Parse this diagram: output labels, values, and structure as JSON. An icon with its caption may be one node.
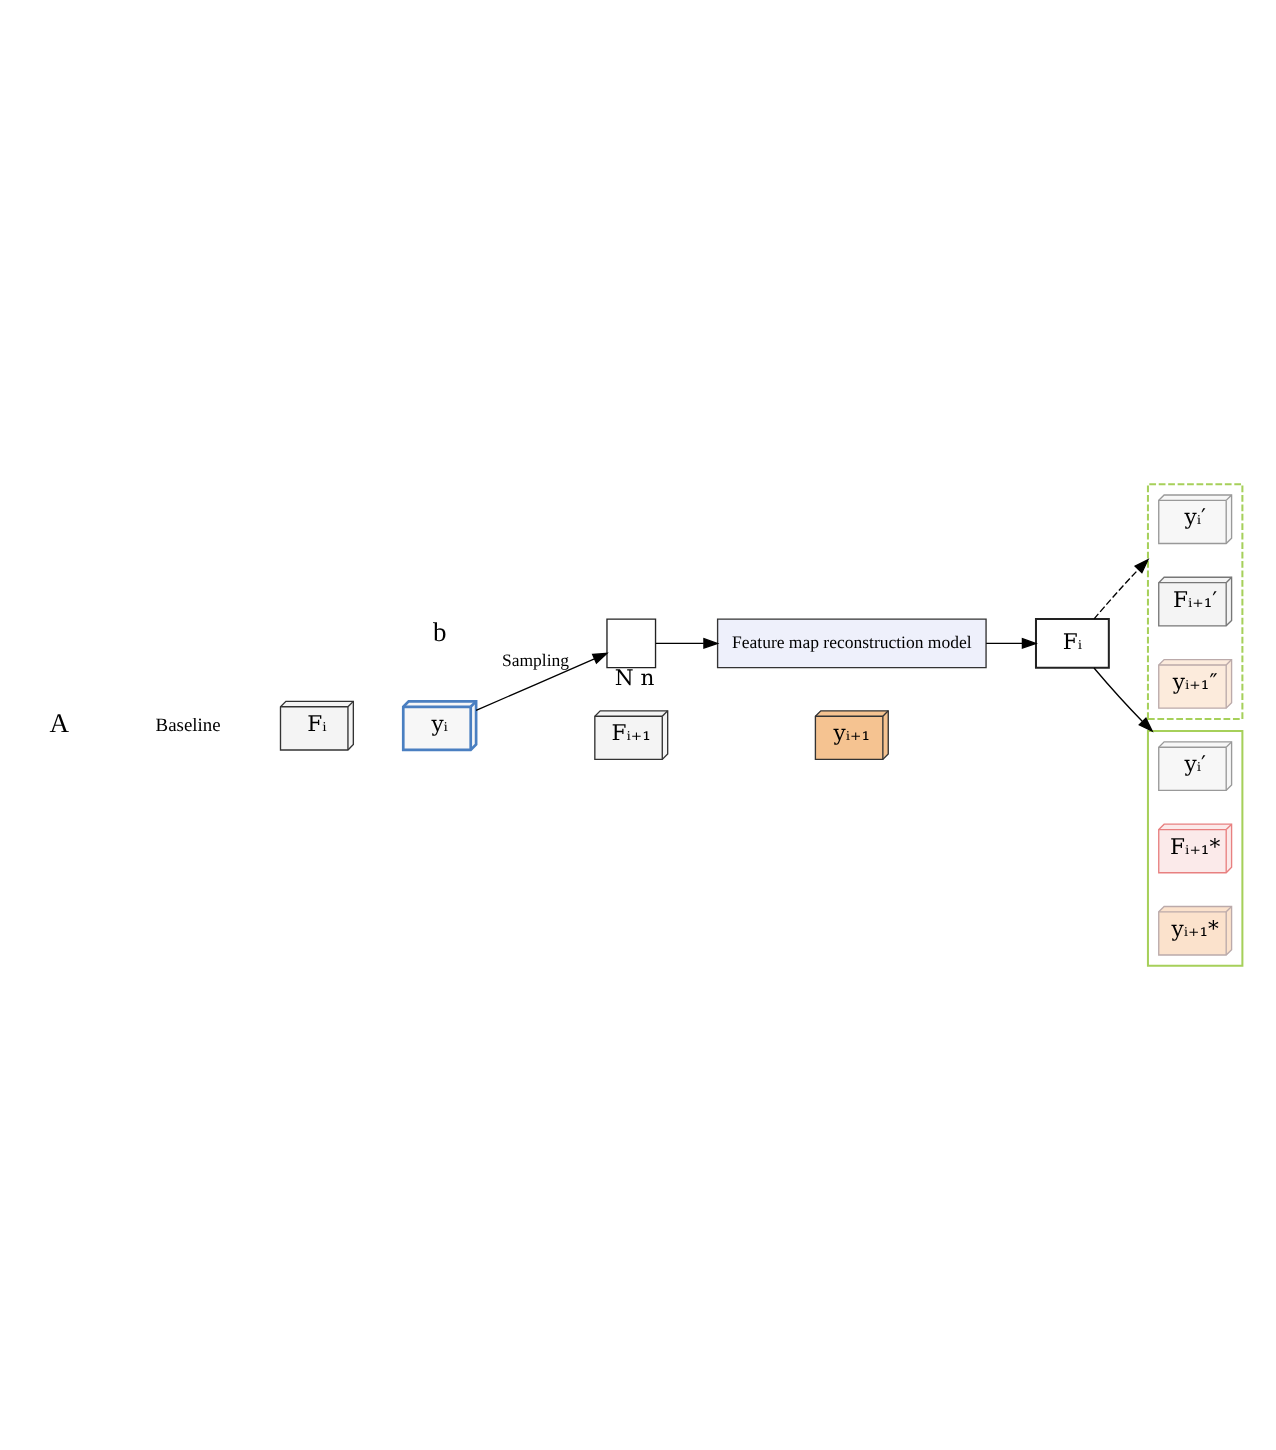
{
  "diagram": {
    "nodes": [
      {
        "text": [
          "Fᵢ"
        ]
      },
      {
        "text": [
          "yᵢ"
        ]
      },
      {
        "text": [
          "Fᵢ₊₁"
        ]
      },
      {
        "text": [
          "yᵢ₊₁"
        ]
      },
      {
        "text": [],
        "shape": "box",
        "beside": [
          "N",
          "n"
        ]
      },
      {
        "text": [
          "Feature map reconstruction model"
        ]
      },
      {
        "text": [
          "Fᵢ"
        ]
      },
      {
        "text": [],
        "shape": "box"
      },
      {
        "text": [
          "yᵢ′"
        ],
        "in": 7
      },
      {
        "text": [
          "Fᵢ₊₁′"
        ],
        "in": 7
      },
      {
        "text": [
          "yᵢ₊₁″"
        ],
        "in": 7
      },
      {
        "text": [],
        "shape": "box"
      },
      {
        "text": [
          "yᵢ′"
        ],
        "in": 11
      },
      {
        "text": [
          "Fᵢ₊₁*"
        ],
        "in": 11
      },
      {
        "text": [
          "yᵢ₊₁*"
        ],
        "in": 11
      }
    ],
    "edges": [
      {
        "from": 1,
        "to": 4,
        "arrow": "to",
        "label": "Sampling"
      },
      {
        "from": 4,
        "to": 5,
        "arrow": "to"
      },
      {
        "from": 5,
        "to": 6,
        "arrow": "to"
      },
      {
        "from": 6,
        "to": 7,
        "arrow": "to",
        "style": "dashed"
      },
      {
        "from": 6,
        "to": 11,
        "arrow": "to"
      }
    ],
    "labels": [
      "A",
      "Baseline",
      "b"
    ]
  }
}
